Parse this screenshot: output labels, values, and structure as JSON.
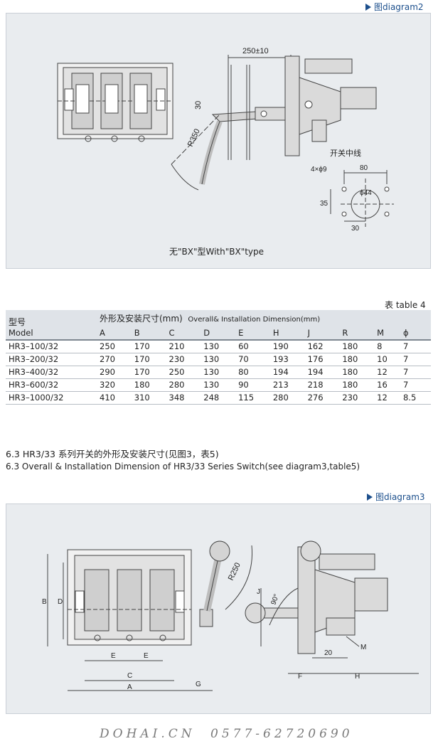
{
  "diagram2": {
    "label": "图diagram2",
    "dim_250": "250±10",
    "dim_30": "30",
    "dim_r350": "R350",
    "center_line_label": "开关中线",
    "hole_dim_80": "80",
    "hole_dim_4x9": "4×ϕ9",
    "hole_dim_44": "ϕ44",
    "hole_dim_35": "35",
    "hole_dim_30": "30",
    "caption": "无\"BX\"型With\"BX\"type"
  },
  "table4": {
    "title": "表 table 4",
    "model_cn": "型号",
    "model_en": "Model",
    "group_title_cn": "外形及安装尺寸(mm)",
    "group_title_en": "Overall& Installation Dimension(mm)",
    "columns": [
      "A",
      "B",
      "C",
      "D",
      "E",
      "H",
      "J",
      "R",
      "M",
      "ϕ"
    ],
    "rows": [
      {
        "model": "HR3–100/32",
        "values": [
          "250",
          "170",
          "210",
          "130",
          "60",
          "190",
          "162",
          "180",
          "8",
          "7"
        ]
      },
      {
        "model": "HR3–200/32",
        "values": [
          "270",
          "170",
          "230",
          "130",
          "70",
          "193",
          "176",
          "180",
          "10",
          "7"
        ]
      },
      {
        "model": "HR3–400/32",
        "values": [
          "290",
          "170",
          "250",
          "130",
          "80",
          "194",
          "194",
          "180",
          "12",
          "7"
        ]
      },
      {
        "model": "HR3–600/32",
        "values": [
          "320",
          "180",
          "280",
          "130",
          "90",
          "213",
          "218",
          "180",
          "16",
          "7"
        ]
      },
      {
        "model": "HR3–1000/32",
        "values": [
          "410",
          "310",
          "348",
          "248",
          "115",
          "280",
          "276",
          "230",
          "12",
          "8.5"
        ]
      }
    ]
  },
  "section": {
    "line_cn": "6.3 HR3/33 系列开关的外形及安装尺寸(见图3，表5)",
    "line_en": "6.3 Overall & Installation Dimension of HR3/33 Series Switch(see diagram3,table5)"
  },
  "diagram3": {
    "label": "图diagram3",
    "dim_b": "B",
    "dim_d": "D",
    "dim_e1": "E",
    "dim_e2": "E",
    "dim_c": "C",
    "dim_a": "A",
    "dim_g": "G",
    "dim_r250": "R250",
    "dim_j": "J",
    "dim_90": "90°",
    "dim_20": "20",
    "dim_m": "M",
    "dim_f": "F",
    "dim_h": "H"
  },
  "watermark": {
    "site": "DOHAI.CN",
    "phone": "0577-62720690"
  }
}
